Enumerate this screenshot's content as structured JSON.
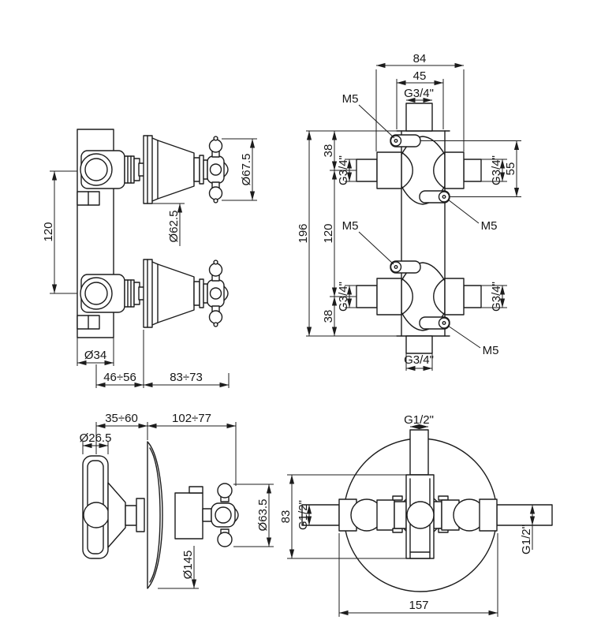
{
  "drawing": {
    "background": "#ffffff",
    "line_color": "#1c1c1c",
    "views": {
      "side": {
        "d120": "120",
        "d67": "Ø67.5",
        "d62": "Ø62.5",
        "d34": "Ø34",
        "d46": "46÷56",
        "d83": "83÷73"
      },
      "front": {
        "d84": "84",
        "d45": "45",
        "g34top": "G3/4\"",
        "m5top": "M5",
        "d38top": "38",
        "g34lu": "G3/4\"",
        "g34ru": "G3/4\"",
        "d55": "55",
        "m5right": "M5",
        "d196": "196",
        "d120": "120",
        "m5left": "M5",
        "g34ll": "G3/4\"",
        "g34rl": "G3/4\"",
        "d38bot": "38",
        "m5bot": "M5",
        "g34bot": "G3/4\""
      },
      "concealed_side": {
        "d35": "35÷60",
        "d102": "102÷77",
        "d26": "Ø26.5",
        "d63": "Ø63.5",
        "d145": "Ø145"
      },
      "concealed_front": {
        "g12top": "G1/2\"",
        "g12left": "G1/2\"",
        "d83": "83",
        "g12right": "G1/2\"",
        "d157": "157"
      }
    }
  }
}
